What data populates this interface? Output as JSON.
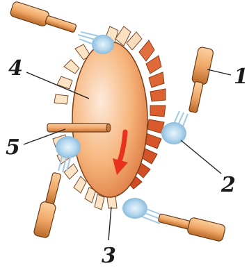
{
  "labels": {
    "l1": "1",
    "l2": "2",
    "l3": "3",
    "l4": "4",
    "l5": "5"
  },
  "colors": {
    "disk_light": "#fde6cf",
    "disk_mid": "#f4a76a",
    "disk_dark": "#d86a2e",
    "blade_light": "#fbe4c8",
    "blade_dark": "#e07040",
    "nozzle": "#f2b072",
    "nozzle_dark": "#b96a2a",
    "steam": "#9fc9e6",
    "arrow": "#e8321e",
    "line": "#222222"
  },
  "icons": {
    "direction_arrow": "rotation-arrow-icon"
  }
}
